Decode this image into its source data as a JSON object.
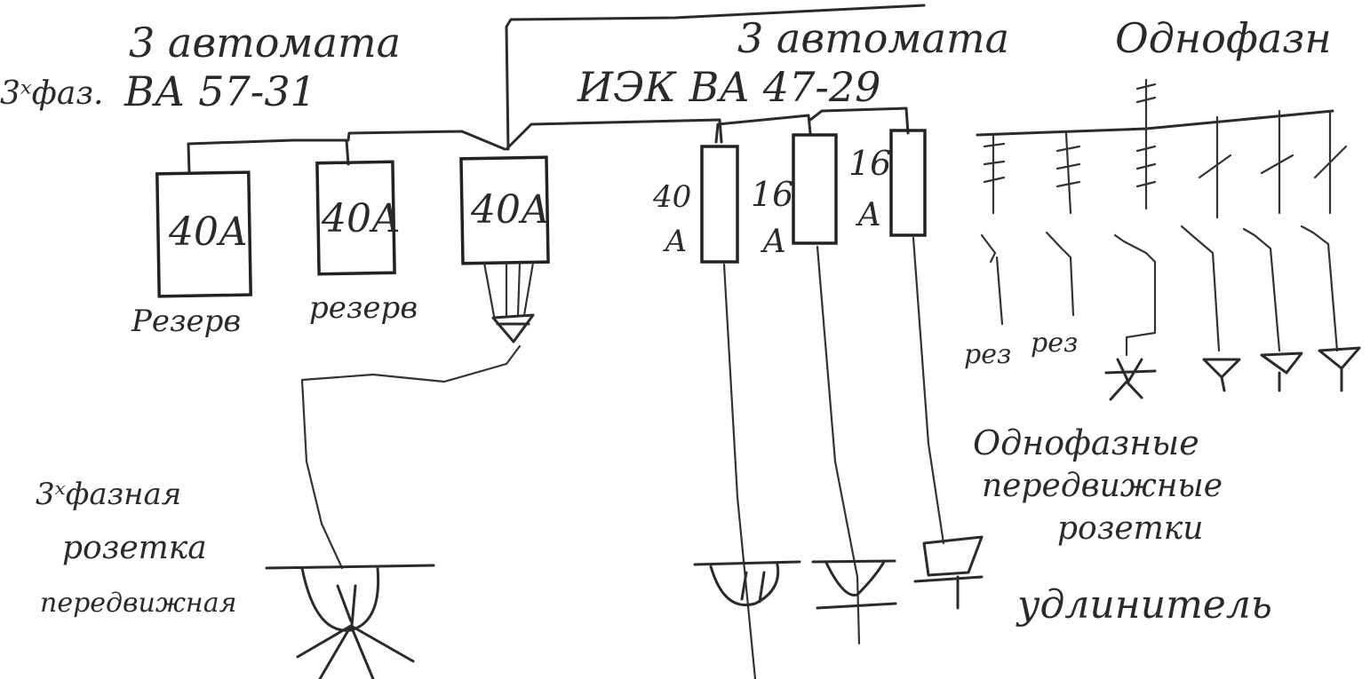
{
  "left_group": {
    "title_line1": "3 автомата",
    "title_prefix": "3ˣфаз.",
    "title_model": "ВА 57-31",
    "breakers": [
      {
        "rating": "40А",
        "caption": "Резерв"
      },
      {
        "rating": "40А",
        "caption": "резерв"
      },
      {
        "rating": "40А",
        "caption": ""
      }
    ],
    "socket_caption_line1": "3ˣфазная",
    "socket_caption_line2": "розетка",
    "socket_caption_line3": "передвижная"
  },
  "middle_group": {
    "title_line1": "3 автомата",
    "title_model": "ИЭК ВА 47-29",
    "breakers": [
      {
        "rating_top": "40",
        "rating_bottom": "А"
      },
      {
        "rating_top": "16",
        "rating_bottom": "А"
      },
      {
        "rating_top": "16",
        "rating_bottom": "А"
      }
    ]
  },
  "right_group": {
    "title": "Однофазн",
    "reserve_labels": [
      "рез",
      "рез"
    ],
    "caption_line1": "Однофазные",
    "caption_line2": "передвижные",
    "caption_line3": "розетки",
    "extension_label": "удлинитель"
  },
  "colors": {
    "ink": "#2b2b2b",
    "paper": "#ffffff"
  }
}
